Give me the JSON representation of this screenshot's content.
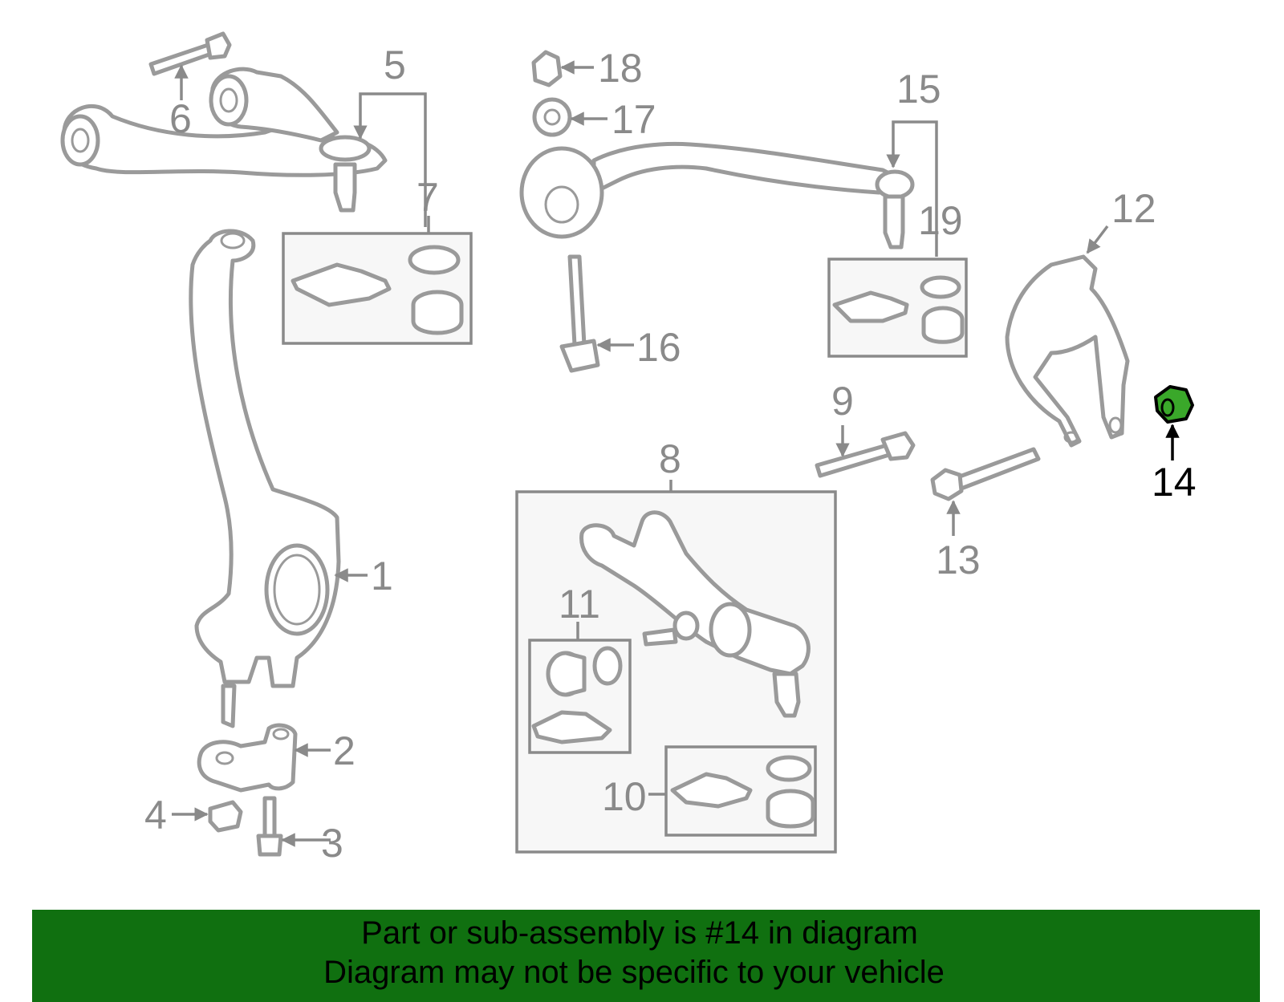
{
  "diagram": {
    "callouts": {
      "c1": "1",
      "c2": "2",
      "c3": "3",
      "c4": "4",
      "c5": "5",
      "c6": "6",
      "c7": "7",
      "c8": "8",
      "c9": "9",
      "c10": "10",
      "c11": "11",
      "c12": "12",
      "c13": "13",
      "c14": "14",
      "c15": "15",
      "c16": "16",
      "c17": "17",
      "c18": "18",
      "c19": "19"
    },
    "highlighted_part": "14",
    "colors": {
      "parts": "#9a9a9a",
      "highlight_fill": "#3aa82a",
      "highlight_label": "#000000",
      "banner": "#107010"
    }
  },
  "banner": {
    "line1": "Part or sub-assembly is #14 in diagram",
    "line2": "Diagram may not be specific to your vehicle"
  }
}
